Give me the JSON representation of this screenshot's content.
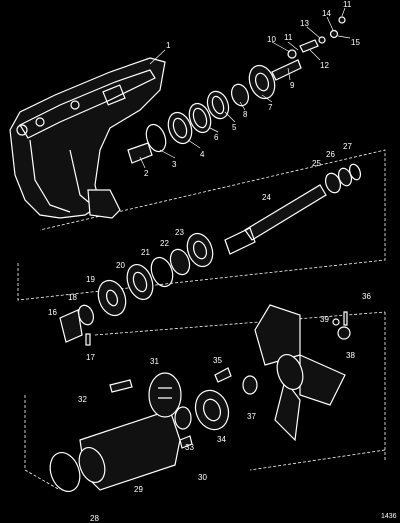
{
  "reference_number": "1436",
  "callouts": [
    {
      "id": "1",
      "label": "1"
    },
    {
      "id": "2",
      "label": "2"
    },
    {
      "id": "3",
      "label": "3"
    },
    {
      "id": "4",
      "label": "4"
    },
    {
      "id": "5",
      "label": "5"
    },
    {
      "id": "6",
      "label": "6"
    },
    {
      "id": "7",
      "label": "7"
    },
    {
      "id": "8",
      "label": "8"
    },
    {
      "id": "9",
      "label": "9"
    },
    {
      "id": "10",
      "label": "10"
    },
    {
      "id": "11a",
      "label": "11"
    },
    {
      "id": "11b",
      "label": "11"
    },
    {
      "id": "12",
      "label": "12"
    },
    {
      "id": "13",
      "label": "13"
    },
    {
      "id": "14",
      "label": "14"
    },
    {
      "id": "15",
      "label": "15"
    },
    {
      "id": "16",
      "label": "16"
    },
    {
      "id": "17",
      "label": "17"
    },
    {
      "id": "18",
      "label": "18"
    },
    {
      "id": "19",
      "label": "19"
    },
    {
      "id": "20",
      "label": "20"
    },
    {
      "id": "21",
      "label": "21"
    },
    {
      "id": "22",
      "label": "22"
    },
    {
      "id": "23",
      "label": "23"
    },
    {
      "id": "24",
      "label": "24"
    },
    {
      "id": "25",
      "label": "25"
    },
    {
      "id": "26",
      "label": "26"
    },
    {
      "id": "27",
      "label": "27"
    },
    {
      "id": "28",
      "label": "28"
    },
    {
      "id": "29",
      "label": "29"
    },
    {
      "id": "30",
      "label": "30"
    },
    {
      "id": "31",
      "label": "31"
    },
    {
      "id": "32",
      "label": "32"
    },
    {
      "id": "33",
      "label": "33"
    },
    {
      "id": "34",
      "label": "34"
    },
    {
      "id": "35",
      "label": "35"
    },
    {
      "id": "36",
      "label": "36"
    },
    {
      "id": "37",
      "label": "37"
    },
    {
      "id": "38",
      "label": "38"
    },
    {
      "id": "39",
      "label": "39"
    }
  ]
}
